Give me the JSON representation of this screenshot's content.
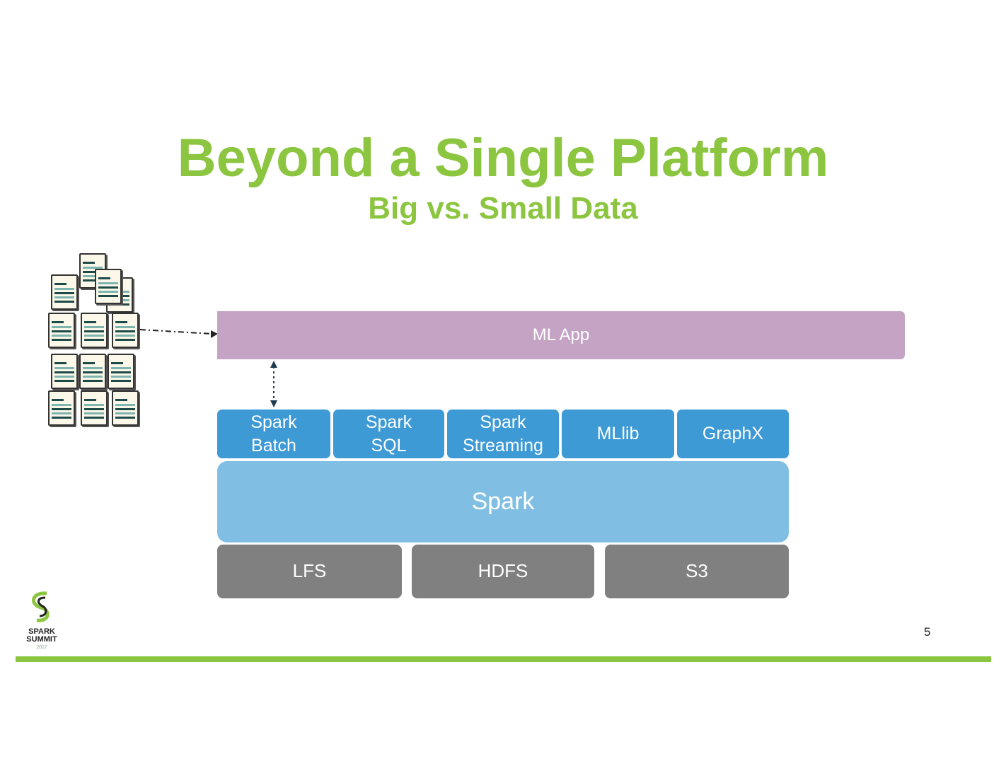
{
  "slide": {
    "title": "Beyond a Single Platform",
    "subtitle": "Big vs. Small Data",
    "page_number": "5"
  },
  "diagram": {
    "app": "ML App",
    "modules": [
      {
        "line1": "Spark",
        "line2": "Batch"
      },
      {
        "line1": "Spark",
        "line2": "SQL"
      },
      {
        "line1": "Spark",
        "line2": "Streaming"
      },
      {
        "line1": "MLlib",
        "line2": ""
      },
      {
        "line1": "GraphX",
        "line2": ""
      }
    ],
    "engine": "Spark",
    "storage": [
      "LFS",
      "HDFS",
      "S3"
    ],
    "data_icon": "document-stack-icon"
  },
  "logo": {
    "line1": "SPARK",
    "line2": "SUMMIT",
    "line3": "2017"
  },
  "colors": {
    "accent": "#8cc540",
    "app": "#c4a3c4",
    "modules": "#3d9ad5",
    "engine": "#80bfe3",
    "storage": "#808080"
  }
}
